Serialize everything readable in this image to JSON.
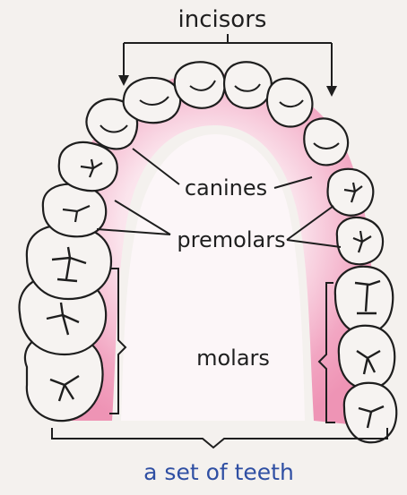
{
  "labels": {
    "incisors": "incisors",
    "canines": "canines",
    "premolars": "premolars",
    "molars": "molars"
  },
  "caption": "a set of teeth",
  "colors": {
    "gum": "#f2a2c0",
    "tooth_fill": "#f6f3f1",
    "outline": "#1e1e1e",
    "caption_text": "#2f4fa3",
    "label_text": "#1f1f1f"
  }
}
